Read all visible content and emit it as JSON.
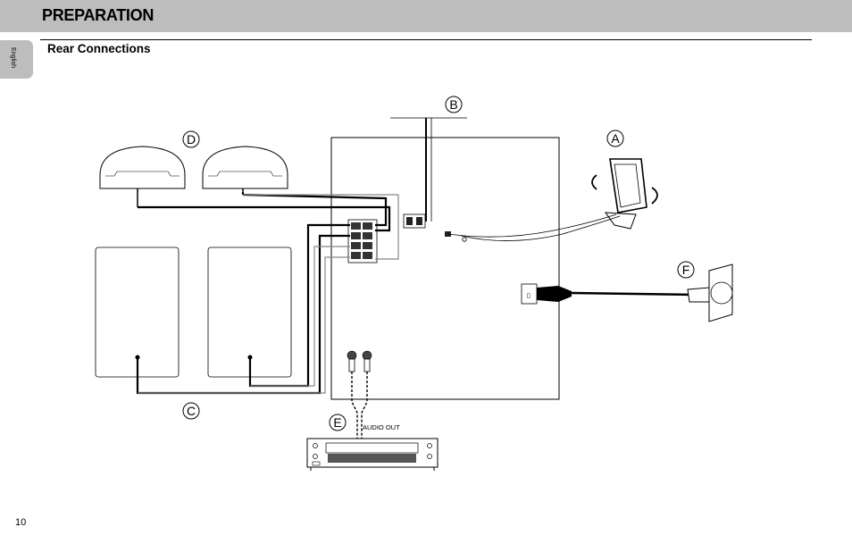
{
  "header": {
    "title": "PREPARATION"
  },
  "section": {
    "title": "Rear Connections"
  },
  "sidebar": {
    "language": "English"
  },
  "page": {
    "number": "10"
  },
  "callouts": {
    "a": "A",
    "b": "B",
    "c": "C",
    "d": "D",
    "e": "E",
    "f": "F"
  },
  "labels": {
    "audio_out": "AUDIO OUT"
  }
}
